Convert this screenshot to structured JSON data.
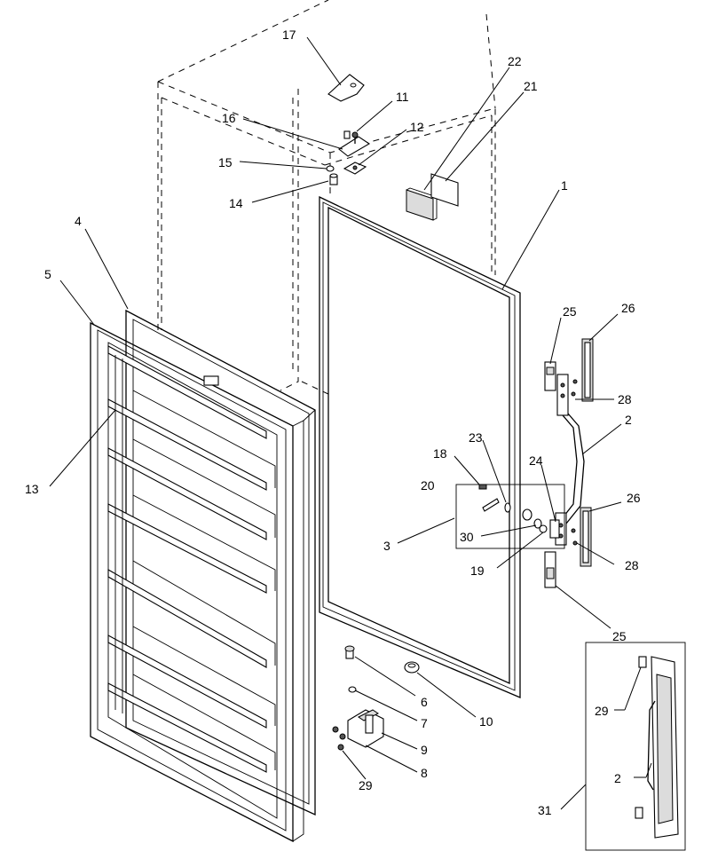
{
  "callouts": [
    {
      "label": "17"
    },
    {
      "label": "22"
    },
    {
      "label": "21"
    },
    {
      "label": "11"
    },
    {
      "label": "16"
    },
    {
      "label": "12"
    },
    {
      "label": "15"
    },
    {
      "label": "14"
    },
    {
      "label": "1"
    },
    {
      "label": "4"
    },
    {
      "label": "5"
    },
    {
      "label": "25"
    },
    {
      "label": "26"
    },
    {
      "label": "28"
    },
    {
      "label": "2"
    },
    {
      "label": "23"
    },
    {
      "label": "18"
    },
    {
      "label": "24"
    },
    {
      "label": "20"
    },
    {
      "label": "13"
    },
    {
      "label": "26"
    },
    {
      "label": "3"
    },
    {
      "label": "30"
    },
    {
      "label": "19"
    },
    {
      "label": "28"
    },
    {
      "label": "25"
    },
    {
      "label": "6"
    },
    {
      "label": "10"
    },
    {
      "label": "7"
    },
    {
      "label": "29"
    },
    {
      "label": "9"
    },
    {
      "label": "2"
    },
    {
      "label": "8"
    },
    {
      "label": "29"
    },
    {
      "label": "31"
    }
  ]
}
